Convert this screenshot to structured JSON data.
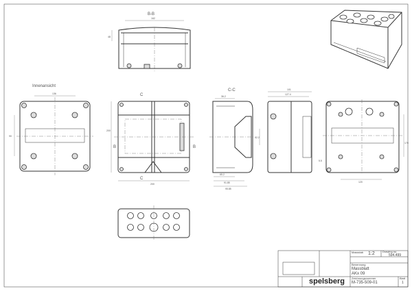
{
  "views": {
    "section_bb": {
      "label": "B-B",
      "dims": [
        "162",
        "48"
      ]
    },
    "inner_view": {
      "label": "Innenansicht",
      "dims": [
        "136",
        "90"
      ]
    },
    "front_view": {
      "marks": [
        "C",
        "B",
        "B",
        "C"
      ],
      "dims": [
        "200",
        "200"
      ]
    },
    "section_cc": {
      "label": "C-C",
      "dims": [
        "36.2",
        "65.2",
        "91.85",
        "95.85",
        "42.2"
      ]
    },
    "side_view": {
      "dims": [
        "101",
        "127.4"
      ]
    },
    "back_view": {
      "dims": [
        "170",
        "120",
        "5.5"
      ]
    }
  },
  "title_block": {
    "scale_label": "Massstab",
    "scale": "1:2",
    "drawing_no_label": "Drawing no.",
    "drawing_no": "594.499",
    "title_label": "Benennung",
    "title_line1": "Massblatt",
    "title_line2": "AKx 09",
    "doc_label": "Zeichnungsnummer",
    "doc_number": "M-735-509-01",
    "company": "spelsberg",
    "sheet_label": "Blatt",
    "sheet": "1"
  }
}
